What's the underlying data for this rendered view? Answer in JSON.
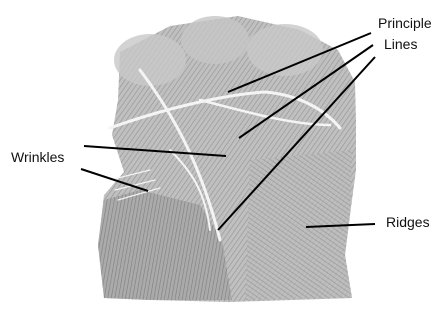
{
  "labels": {
    "principle_lines": [
      "Principle",
      "Lines"
    ],
    "wrinkles": "Wrinkles",
    "ridges": "Ridges"
  },
  "image": {
    "subject": "palmprint-ink-impression",
    "ink_color": "#8c8c8c",
    "line_color": "#000000"
  }
}
